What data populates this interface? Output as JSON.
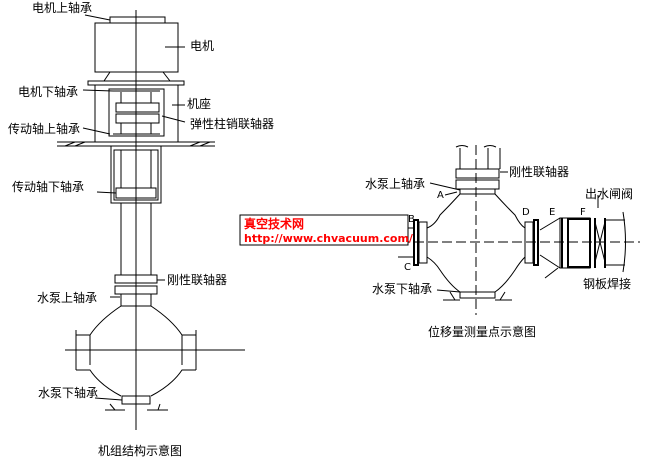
{
  "left_figure": {
    "caption": "机组结构示意图",
    "labels": {
      "motor_upper_bearing": "电机上轴承",
      "motor": "电机",
      "motor_lower_bearing": "电机下轴承",
      "base": "机座",
      "drive_upper_bearing": "传动轴上轴承",
      "elastic_coupling": "弹性柱销联轴器",
      "drive_lower_bearing": "传动轴下轴承",
      "rigid_coupling": "刚性联轴器",
      "pump_upper_bearing": "水泵上轴承",
      "pump_lower_bearing": "水泵下轴承"
    }
  },
  "right_figure": {
    "caption": "位移量测量点示意图",
    "labels": {
      "rigid_coupling": "刚性联轴器",
      "pump_upper_bearing": "水泵上轴承",
      "pump_lower_bearing": "水泵下轴承",
      "outlet_valve": "出水闸阀",
      "steel_plate_weld": "钢板焊接"
    },
    "points": [
      "A",
      "B",
      "C",
      "D",
      "E",
      "F"
    ]
  },
  "watermark": {
    "title": "真空技术网",
    "url": "http://www.chvacuum.com/"
  }
}
